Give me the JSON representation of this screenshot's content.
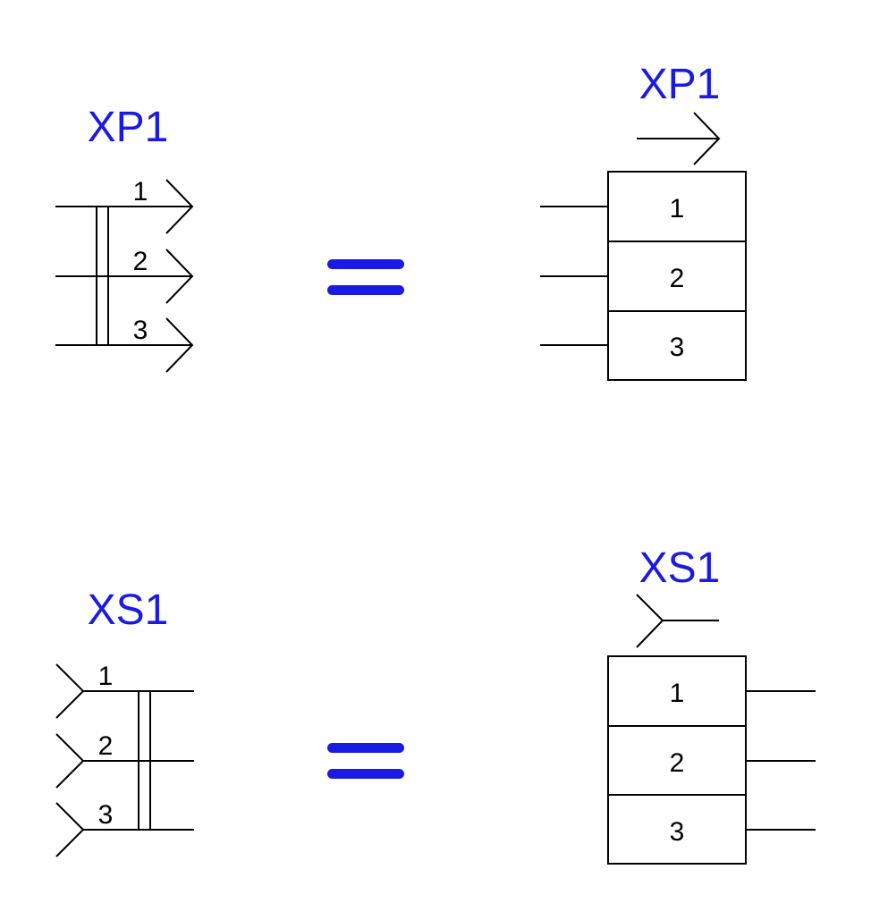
{
  "colors": {
    "label": "#1a1ae6",
    "equals": "#1a1ae6",
    "line": "#000000"
  },
  "plug": {
    "ref_left": "XP1",
    "ref_right": "XP1",
    "pins_left": [
      "1",
      "2",
      "3"
    ],
    "pins_right": [
      "1",
      "2",
      "3"
    ],
    "equals_symbol_icon": "equals-sign"
  },
  "socket": {
    "ref_left": "XS1",
    "ref_right": "XS1",
    "pins_left": [
      "1",
      "2",
      "3"
    ],
    "pins_right": [
      "1",
      "2",
      "3"
    ],
    "equals_symbol_icon": "equals-sign"
  }
}
